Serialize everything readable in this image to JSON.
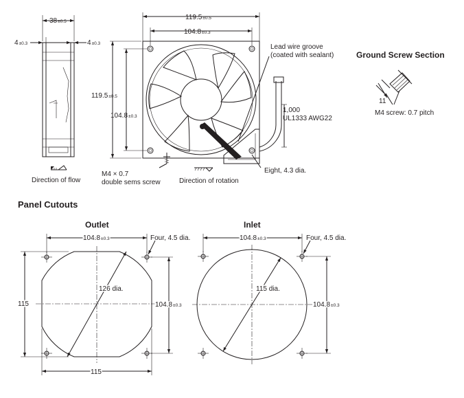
{
  "figure": {
    "front_view": {
      "width_outer": "119.5",
      "width_outer_tol": "±0.5",
      "width_inner": "104.8",
      "width_inner_tol": "±0.3",
      "height_outer": "119.5",
      "height_outer_tol": "±0.5",
      "height_inner": "104.8",
      "height_inner_tol": "±0.3",
      "lead_groove_line1": "Lead wire groove",
      "lead_groove_line2": "(coated with sealant)",
      "lead_length": "1,000",
      "lead_spec": "UL1333 AWG22",
      "mount_holes": "Eight, 4.3 dia.",
      "screw_line1": "M4 × 0.7",
      "screw_line2": "double sems screw",
      "rotation_label": "Direction of rotation"
    },
    "side_view": {
      "depth": "38",
      "depth_tol": "±0.5",
      "left_flange": "4",
      "left_flange_tol": "±0.3",
      "right_flange": "4",
      "right_flange_tol": "±0.3",
      "flow_label": "Direction of flow"
    },
    "ground_screw": {
      "title": "Ground Screw Section",
      "dimension": "11",
      "screw_label": "M4 screw: 0.7 pitch"
    },
    "panel_cutouts": {
      "title": "Panel Cutouts",
      "outlet": {
        "title": "Outlet",
        "hole_pitch_h": "104.8",
        "hole_pitch_h_tol": "±0.3",
        "holes": "Four, 4.5 dia.",
        "diameter": "126 dia.",
        "height": "115",
        "hole_pitch_v": "104.8",
        "hole_pitch_v_tol": "±0.3",
        "width": "115"
      },
      "inlet": {
        "title": "Inlet",
        "hole_pitch_h": "104.8",
        "hole_pitch_h_tol": "±0.3",
        "holes": "Four, 4.5 dia.",
        "diameter": "115 dia.",
        "hole_pitch_v": "104.8",
        "hole_pitch_v_tol": "±0.3"
      }
    }
  }
}
